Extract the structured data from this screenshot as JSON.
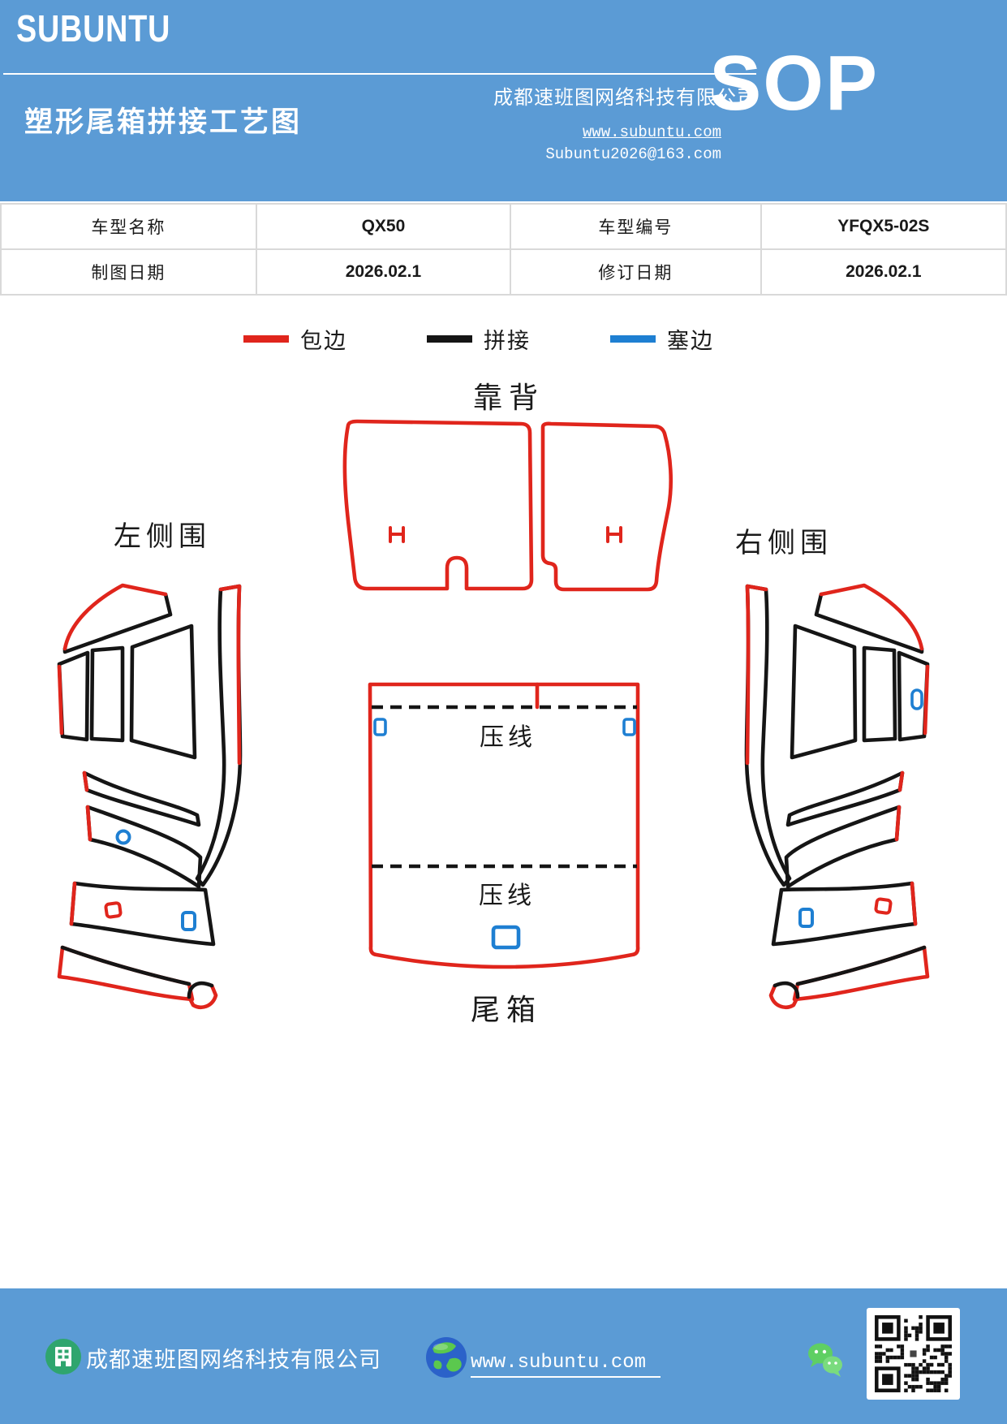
{
  "colors": {
    "brand_blue": "#5B9BD5",
    "edge_red": "#E0251C",
    "stitch_black": "#151515",
    "tuck_blue": "#1E7FD2",
    "table_border": "#D9D9D9"
  },
  "header": {
    "logo": "SUBUNTU",
    "title": "塑形尾箱拼接工艺图",
    "company": "成都速班图网络科技有限公司",
    "website": "www.subuntu.com",
    "email": "Subuntu2026@163.com",
    "badge": "SOP"
  },
  "info_table": {
    "rows": [
      [
        "车型名称",
        "QX50",
        "车型编号",
        "YFQX5-02S"
      ],
      [
        "制图日期",
        "2026.02.1",
        "修订日期",
        "2026.02.1"
      ]
    ]
  },
  "legend": {
    "items": [
      {
        "label": "包边",
        "color": "#E0251C"
      },
      {
        "label": "拼接",
        "color": "#151515"
      },
      {
        "label": "塞边",
        "color": "#1E7FD2"
      }
    ]
  },
  "diagram": {
    "backrest_label": "靠背",
    "left_side_label": "左侧围",
    "right_side_label": "右侧围",
    "trunk_label": "尾箱",
    "crease_label_top": "压线",
    "crease_label_bottom": "压线"
  },
  "footer": {
    "company": "成都速班图网络科技有限公司",
    "website": "www.subuntu.com"
  }
}
